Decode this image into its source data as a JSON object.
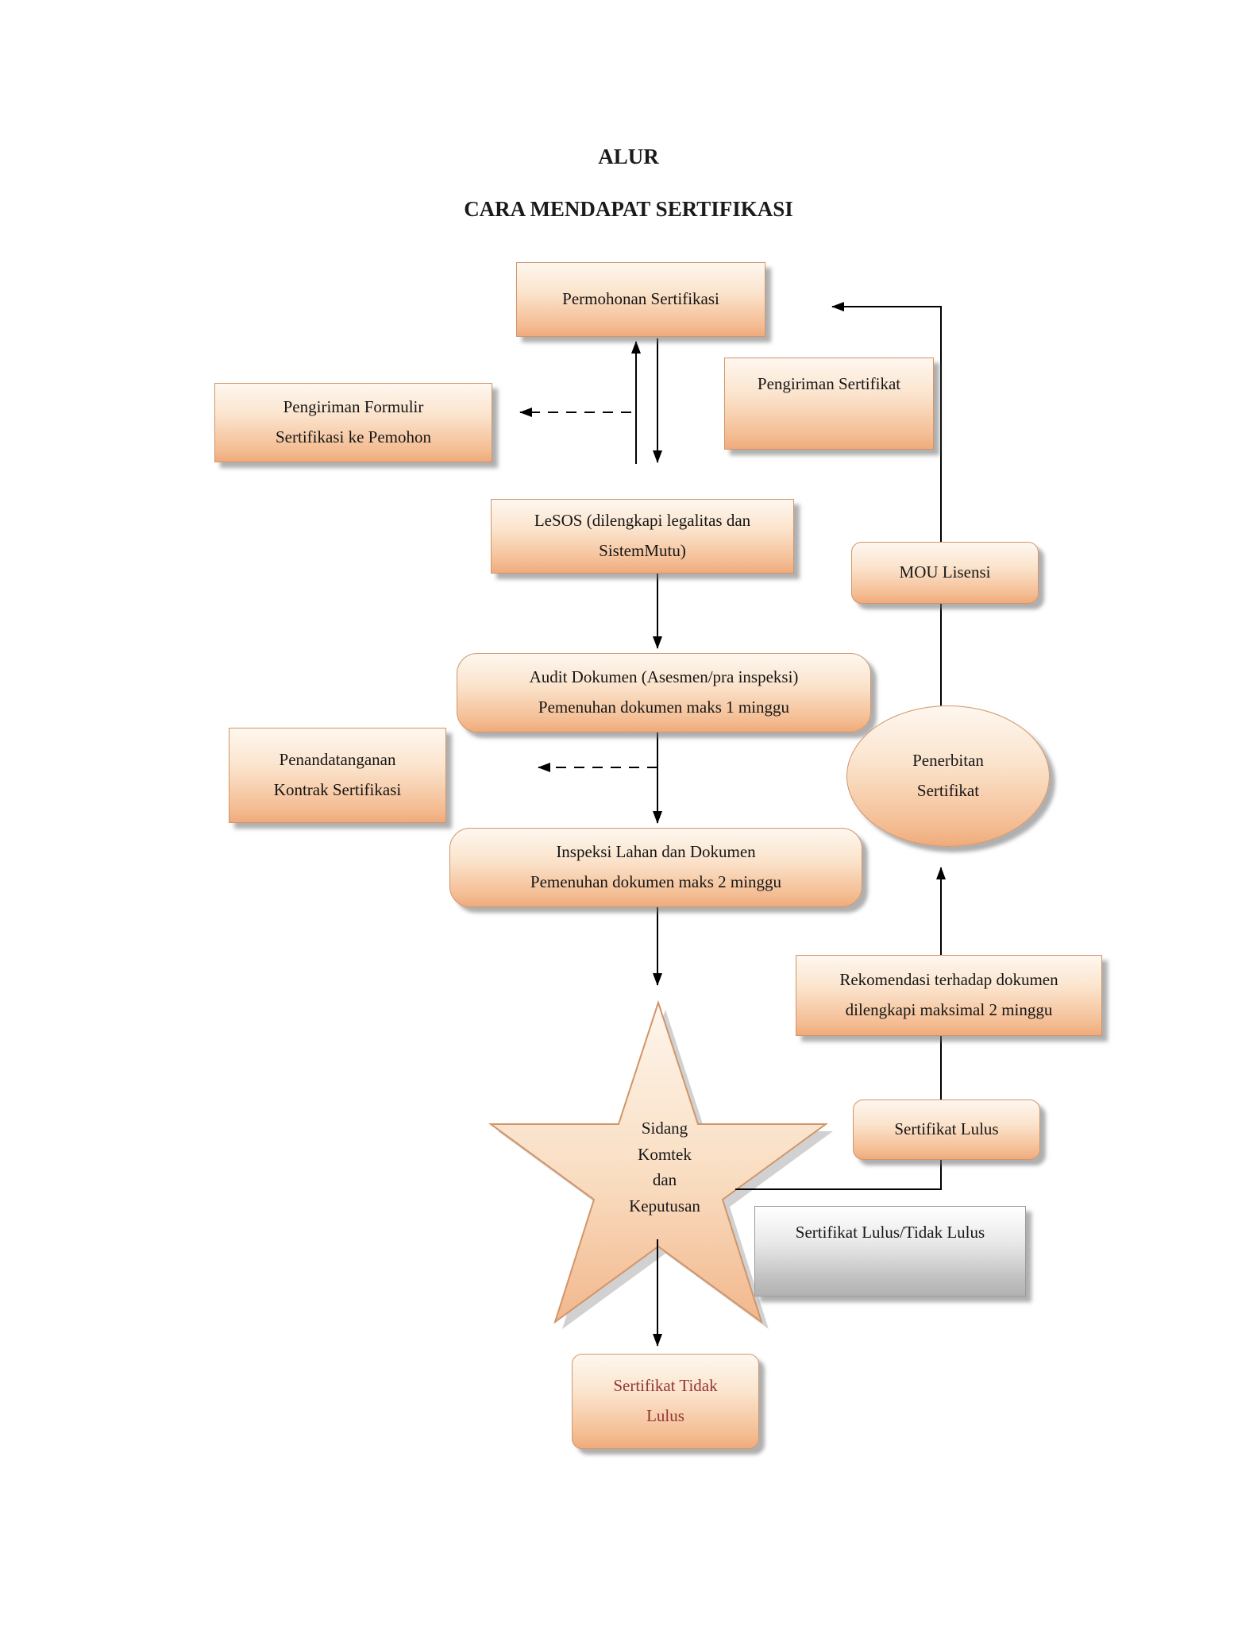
{
  "title": {
    "line1": "ALUR",
    "line2": "CARA MENDAPAT SERTIFIKASI"
  },
  "colors": {
    "node_fill_top": "#fef7ef",
    "node_fill_bottom": "#efab7c",
    "node_border": "#d1956a",
    "gray_fill_top": "#ffffff",
    "gray_fill_bottom": "#b2b2b2",
    "arrow": "#000000",
    "fail_text": "#943634",
    "text": "#161616",
    "background": "#ffffff"
  },
  "nodes": {
    "permohonan": {
      "lines": [
        "Permohonan Sertifikasi"
      ]
    },
    "pengiriman_sertifikat": {
      "lines": [
        "Pengiriman Sertifikat"
      ]
    },
    "pengiriman_formulir": {
      "lines": [
        "Pengiriman Formulir",
        "Sertifikasi ke Pemohon"
      ]
    },
    "lesos": {
      "lines": [
        "LeSOS (dilengkapi legalitas dan",
        "SistemMutu)"
      ]
    },
    "mou": {
      "lines": [
        "MOU Lisensi"
      ]
    },
    "audit": {
      "lines": [
        "Audit  Dokumen (Asesmen/pra inspeksi)",
        "Pemenuhan dokumen maks 1 minggu"
      ]
    },
    "penandatanganan": {
      "lines": [
        "Penandatanganan",
        "Kontrak Sertifikasi"
      ]
    },
    "penerbitan": {
      "lines": [
        "Penerbitan",
        "Sertifikat"
      ]
    },
    "inspeksi": {
      "lines": [
        "Inspeksi Lahan dan Dokumen",
        "Pemenuhan dokumen maks 2 minggu"
      ]
    },
    "rekomendasi": {
      "lines": [
        "Rekomendasi terhadap dokumen",
        "dilengkapi maksimal 2 minggu"
      ]
    },
    "sidang": {
      "lines": [
        "Sidang",
        "Komtek",
        "dan",
        "Keputusan"
      ]
    },
    "sertifikat_lulus": {
      "lines": [
        "Sertifikat Lulus"
      ]
    },
    "sertifikat_lulus_tidak": {
      "lines": [
        "Sertifikat Lulus/Tidak Lulus"
      ]
    },
    "sertifikat_tidak_lulus": {
      "lines": [
        "Sertifikat Tidak",
        "Lulus"
      ]
    }
  }
}
